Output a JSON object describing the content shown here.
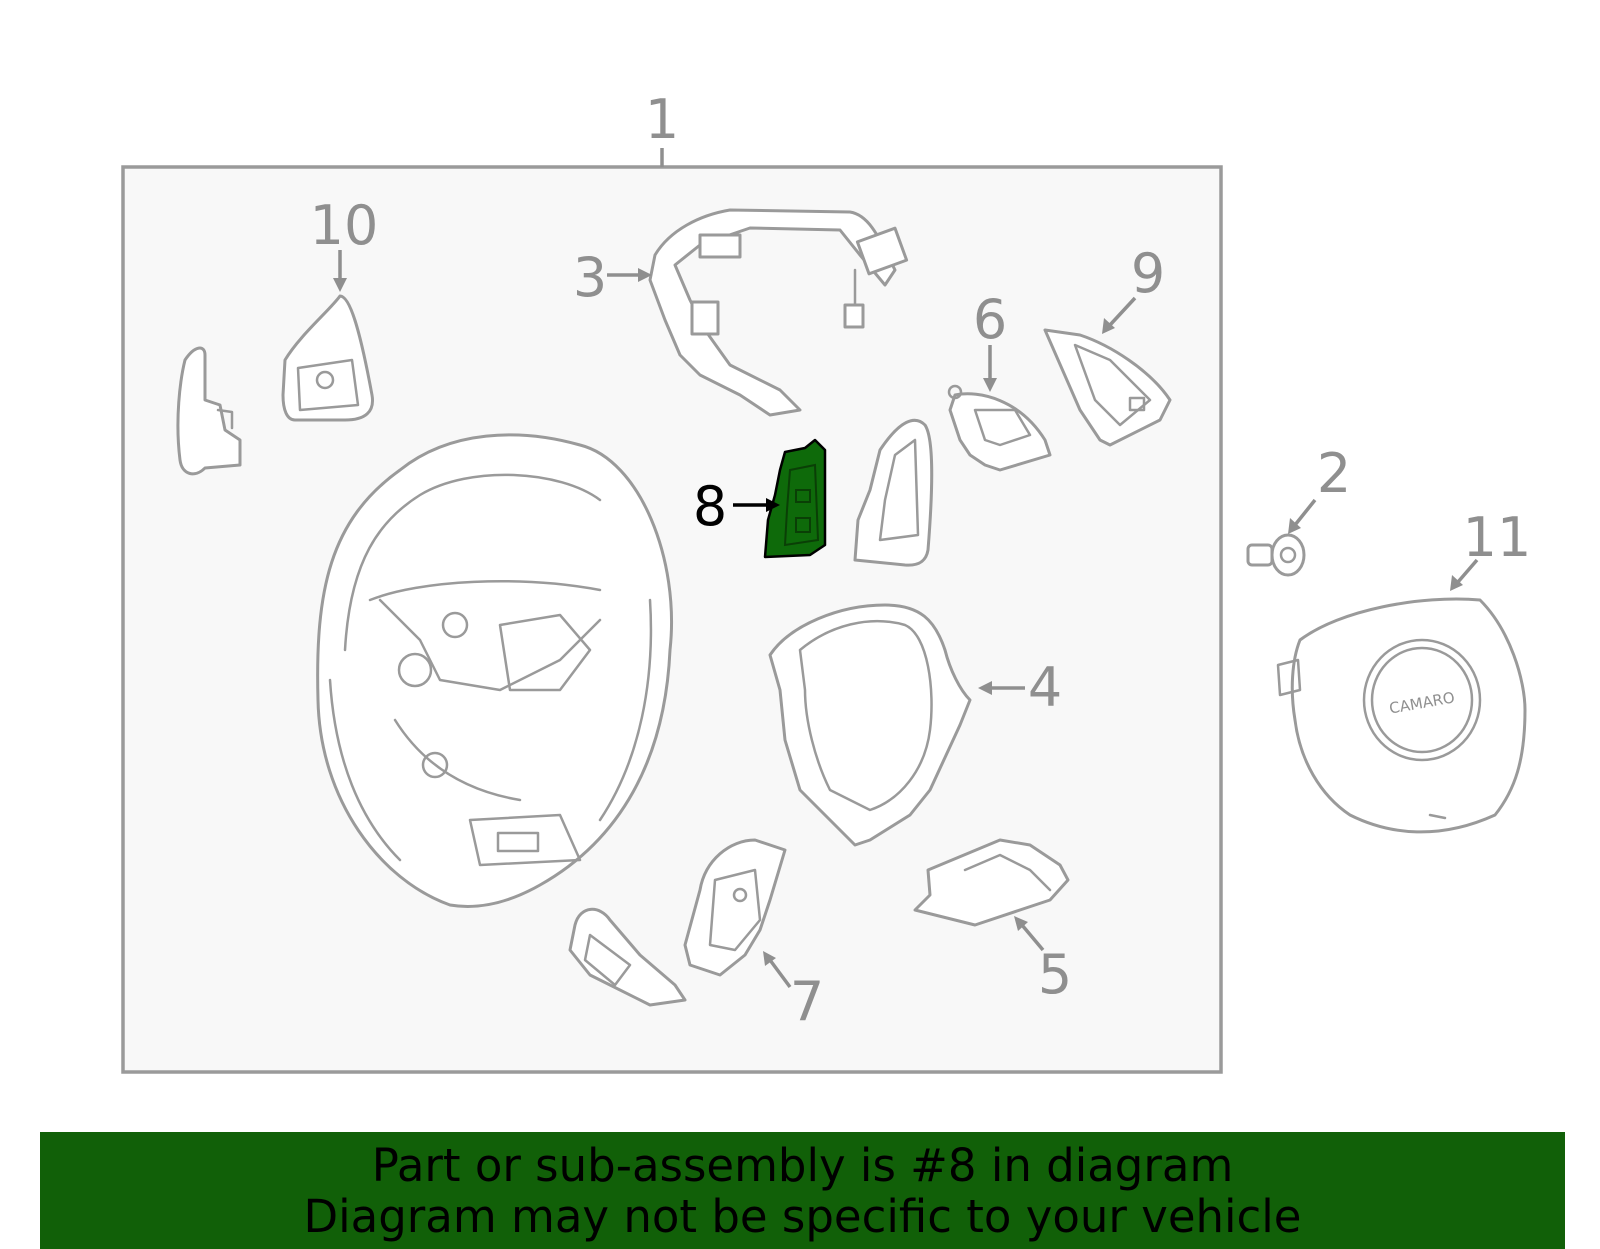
{
  "callouts": {
    "c1": "1",
    "c2": "2",
    "c3": "3",
    "c4": "4",
    "c5": "5",
    "c6": "6",
    "c7": "7",
    "c8": "8",
    "c9": "9",
    "c10": "10",
    "c11": "11"
  },
  "airbag_logo": "CAMARO",
  "banner": {
    "line1": "Part or sub-assembly is #8 in diagram",
    "line2": "Diagram may not be specific to your vehicle"
  },
  "colors": {
    "highlight_part": "#0e6a0a",
    "banner_bg": "#116008",
    "callout_gray": "#8f8f8f",
    "frame_bg": "#f8f8f8"
  }
}
